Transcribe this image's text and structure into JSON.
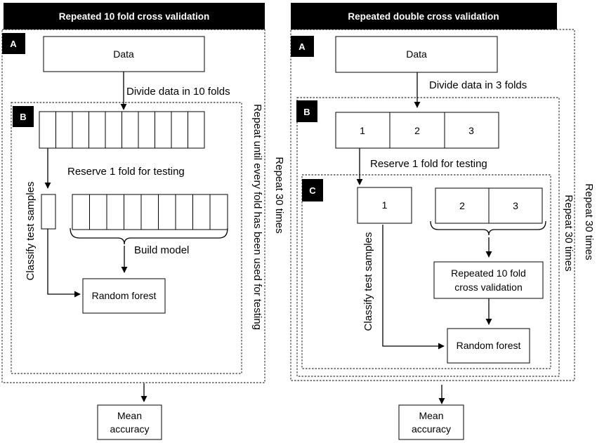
{
  "left": {
    "header": "Repeated 10 fold cross validation",
    "label_a": "A",
    "label_b": "B",
    "data_box": "Data",
    "divide_text": "Divide data in 10 folds",
    "reserve_text": "Reserve 1 fold for testing",
    "classify_text": "Classify test samples",
    "build_text": "Build model",
    "model_box": "Random forest",
    "repeat_inner": "Repeat until every fold has been used for testing",
    "repeat_outer": "Repeat 30 times",
    "result_line1": "Mean",
    "result_line2": "accuracy"
  },
  "right": {
    "header": "Repeated double cross validation",
    "label_a": "A",
    "label_b": "B",
    "label_c": "C",
    "data_box": "Data",
    "divide_text": "Divide data in 3 folds",
    "folds": [
      "1",
      "2",
      "3"
    ],
    "reserve_text": "Reserve 1 fold for testing",
    "test_fold": "1",
    "train_folds": [
      "2",
      "3"
    ],
    "classify_text": "Classify test samples",
    "cv_line1": "Repeated 10 fold",
    "cv_line2": "cross validation",
    "model_box": "Random forest",
    "repeat_inner": "Repeat 30 times",
    "repeat_outer": "Repeat 30 times",
    "result_line1": "Mean",
    "result_line2": "accuracy"
  }
}
